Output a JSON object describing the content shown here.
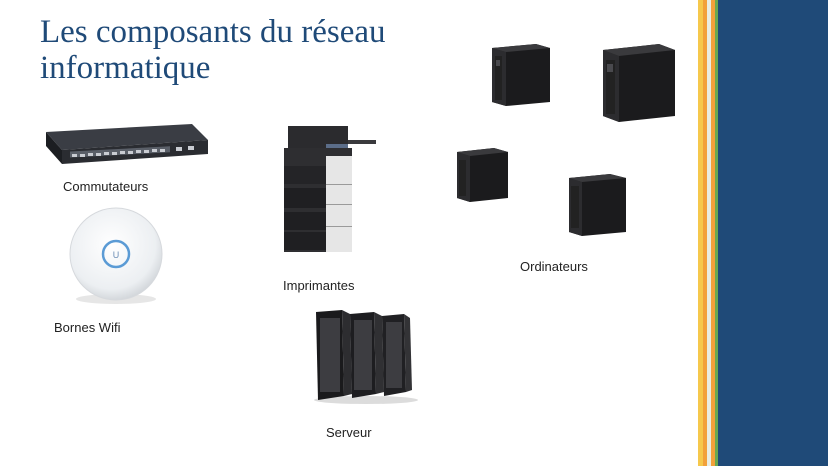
{
  "slide": {
    "title_line1": "Les composants du réseau",
    "title_line2": "informatique"
  },
  "labels": {
    "switches": "Commutateurs",
    "wifi": "Bornes Wifi",
    "printers": "Imprimantes",
    "computers": "Ordinateurs",
    "server": "Serveur"
  },
  "colors": {
    "title": "#1f4a78",
    "panel": "#1f4a78",
    "stripe_orange": "#f2a13a",
    "stripe_green": "#6aa84f",
    "stripe_yellow": "#f6c84c"
  },
  "icons": [
    "network-switch-icon",
    "wifi-access-point-icon",
    "printer-icon",
    "desktop-tower-icon",
    "server-rack-icon"
  ]
}
